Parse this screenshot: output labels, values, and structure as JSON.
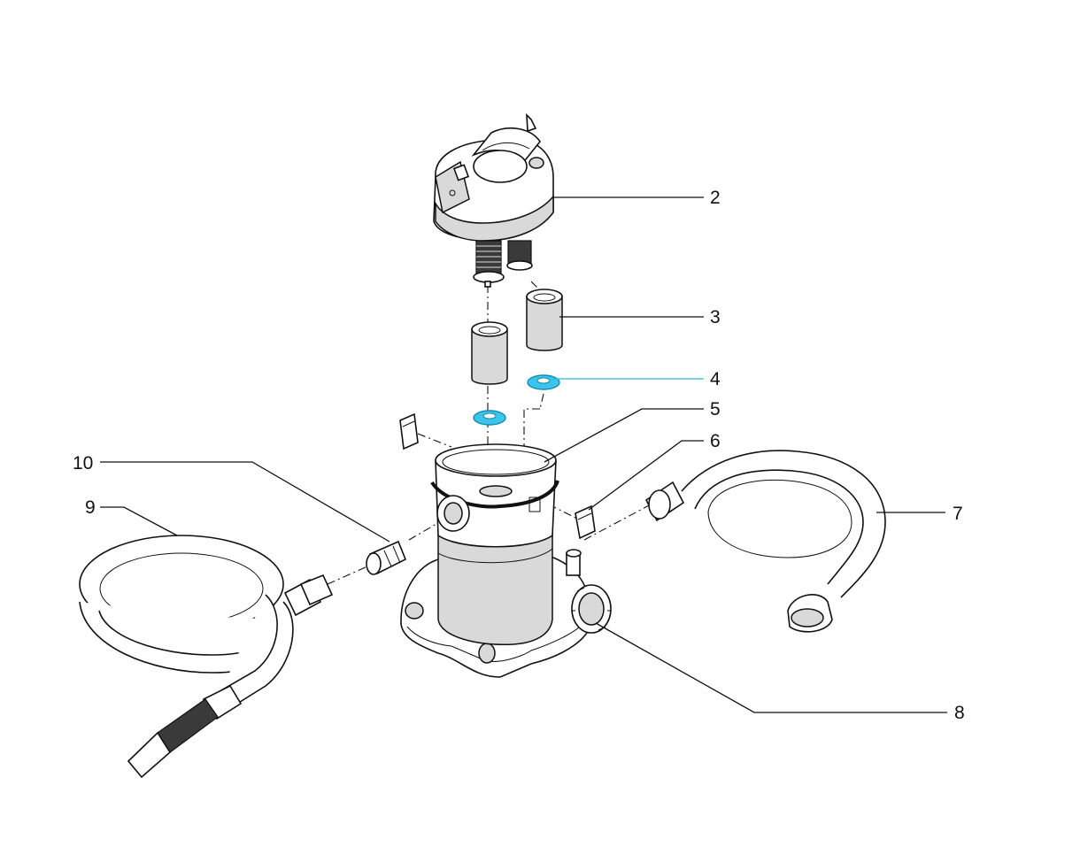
{
  "callouts": [
    {
      "id": "2",
      "label": "2"
    },
    {
      "id": "3",
      "label": "3"
    },
    {
      "id": "4",
      "label": "4"
    },
    {
      "id": "5",
      "label": "5"
    },
    {
      "id": "6",
      "label": "6"
    },
    {
      "id": "7",
      "label": "7"
    },
    {
      "id": "8",
      "label": "8"
    },
    {
      "id": "9",
      "label": "9"
    },
    {
      "id": "10",
      "label": "10"
    }
  ],
  "colors": {
    "line": "#111111",
    "highlight": "#3cc4ea",
    "highlight_line": "#2bb6dd",
    "fill_grey": "#d9d9d9"
  }
}
